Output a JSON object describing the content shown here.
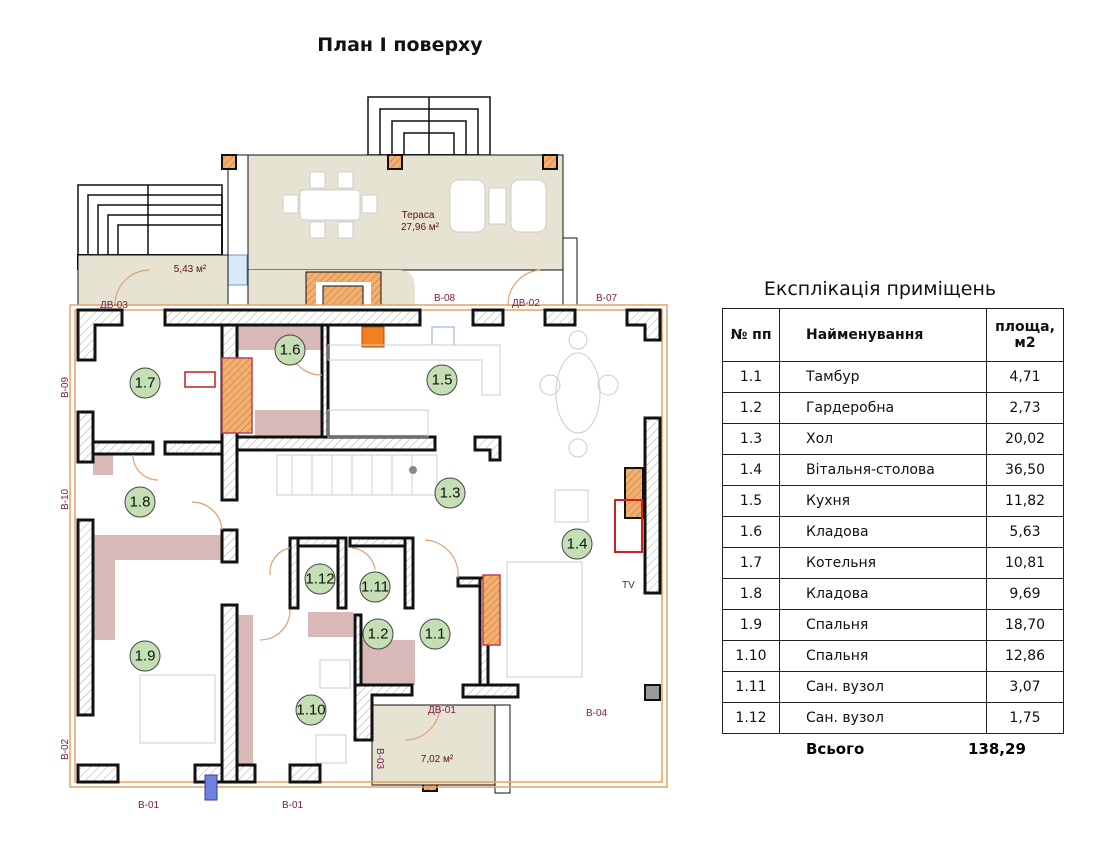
{
  "title": "План I поверху",
  "plan": {
    "terrace": {
      "name": "Тераса",
      "area": "27,96 м²"
    },
    "porch_top_area": "5,43 м²",
    "porch_bottom_area": "7,02 м²",
    "tv_label": "TV",
    "openings": {
      "dv01": "ДВ-01",
      "dv02": "ДВ-02",
      "dv03": "ДВ-03",
      "v01a": "В-01",
      "v01b": "В-01",
      "v02": "В-02",
      "v03": "В-03",
      "v04": "В-04",
      "v07": "В-07",
      "v08": "В-08",
      "v09": "В-09",
      "v10": "В-10"
    },
    "rooms": [
      "1.1",
      "1.2",
      "1.3",
      "1.4",
      "1.5",
      "1.6",
      "1.7",
      "1.8",
      "1.9",
      "1.10",
      "1.11",
      "1.12"
    ],
    "colors": {
      "wall": "#111111",
      "storage": "#d9b8b8",
      "terrace": "#e6e3d3",
      "room_marker": "#c4dfb4",
      "opening_label": "#7a1a4a"
    }
  },
  "explication": {
    "title": "Експлікація приміщень",
    "headers": {
      "num": "№ пп",
      "name": "Найменування",
      "area": "площа, м2"
    },
    "rows": [
      {
        "num": "1.1",
        "name": "Тамбур",
        "area": "4,71"
      },
      {
        "num": "1.2",
        "name": "Гардеробна",
        "area": "2,73"
      },
      {
        "num": "1.3",
        "name": "Хол",
        "area": "20,02"
      },
      {
        "num": "1.4",
        "name": "Вітальня-столова",
        "area": "36,50"
      },
      {
        "num": "1.5",
        "name": "Кухня",
        "area": "11,82"
      },
      {
        "num": "1.6",
        "name": "Кладова",
        "area": "5,63"
      },
      {
        "num": "1.7",
        "name": "Котельня",
        "area": "10,81"
      },
      {
        "num": "1.8",
        "name": "Кладова",
        "area": "9,69"
      },
      {
        "num": "1.9",
        "name": "Спальня",
        "area": "18,70"
      },
      {
        "num": "1.10",
        "name": "Спальня",
        "area": "12,86"
      },
      {
        "num": "1.11",
        "name": "Сан. вузол",
        "area": "3,07"
      },
      {
        "num": "1.12",
        "name": "Сан. вузол",
        "area": "1,75"
      }
    ],
    "total_label": "Всього",
    "total_value": "138,29"
  }
}
